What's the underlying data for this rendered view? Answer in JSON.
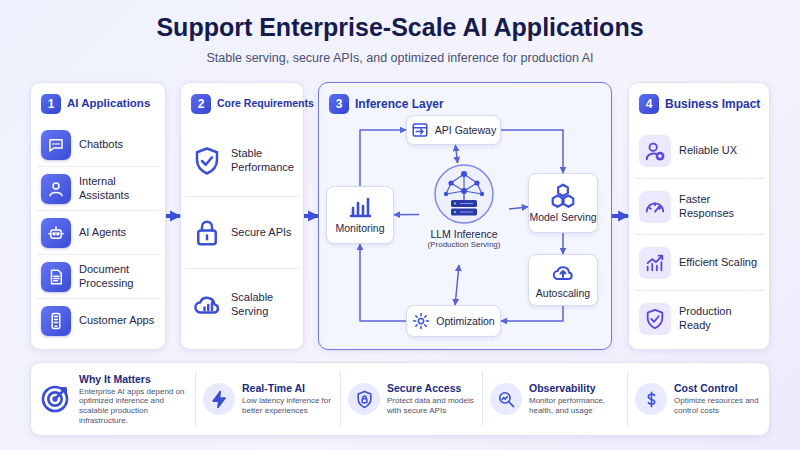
{
  "diagram": {
    "title": "Support Enterprise-Scale AI Applications",
    "nodes": [
      {
        "text": [
          "AI Applications"
        ]
      },
      {
        "text": [
          "1"
        ],
        "in": 0
      },
      {
        "text": [
          "Chatbots"
        ],
        "in": 0
      },
      {
        "text": [
          "Internal Assistants"
        ],
        "in": 0
      },
      {
        "text": [
          "AI Agents"
        ],
        "in": 0
      },
      {
        "text": [
          "Document Processing"
        ],
        "in": 0
      },
      {
        "text": [
          "Customer Apps"
        ],
        "in": 0
      },
      {
        "text": [
          "Core Requirements"
        ]
      },
      {
        "text": [
          "2"
        ],
        "in": 7
      },
      {
        "text": [
          "Stable Performance"
        ],
        "in": 7
      },
      {
        "text": [
          "Secure APIs"
        ],
        "in": 7
      },
      {
        "text": [
          "Scalable Serving"
        ],
        "in": 7
      },
      {
        "text": [
          "Inference Layer"
        ]
      },
      {
        "text": [
          "3"
        ],
        "in": 12
      },
      {
        "text": [
          "API Gateway"
        ],
        "in": 12
      },
      {
        "text": [
          "Monitoring"
        ],
        "in": 12
      },
      {
        "text": [
          "LLM Inference",
          "(Production Serving)"
        ],
        "in": 12
      },
      {
        "text": [
          "Model Serving"
        ],
        "in": 12
      },
      {
        "text": [
          "Autoscaling"
        ],
        "in": 12
      },
      {
        "text": [
          "Optimization"
        ],
        "in": 12
      },
      {
        "text": [
          "Business Impact"
        ]
      },
      {
        "text": [
          "4"
        ],
        "in": 20
      },
      {
        "text": [
          "Reliable UX"
        ],
        "in": 20
      },
      {
        "text": [
          "Faster Responses"
        ],
        "in": 20
      },
      {
        "text": [
          "Efficient Scaling"
        ],
        "in": 20
      },
      {
        "text": [
          "Production Ready"
        ],
        "in": 20
      },
      {
        "text": [
          "Why It Matters",
          "Enterprise AI apps depend on optimized inference and scalable production infrastructure."
        ]
      },
      {
        "text": [
          "Real-Time AI",
          "Low latency inference for better experiences"
        ]
      },
      {
        "text": [
          "Secure Access",
          "Protect data and models with secure APIs"
        ]
      },
      {
        "text": [
          "Observability",
          "Monitor performance, health, and usage"
        ]
      },
      {
        "text": [
          "Cost Control",
          "Optimize resources and control costs"
        ]
      }
    ],
    "edges": [
      {
        "from": 0,
        "to": 7,
        "arrow": "to"
      },
      {
        "from": 7,
        "to": 12,
        "arrow": "to"
      },
      {
        "from": 12,
        "to": 20,
        "arrow": "to"
      },
      {
        "from": 14,
        "to": 17,
        "arrow": "to"
      },
      {
        "from": 17,
        "to": 18,
        "arrow": "to"
      },
      {
        "from": 18,
        "to": 19,
        "arrow": "to"
      },
      {
        "from": 19,
        "to": 15,
        "arrow": "to"
      },
      {
        "from": 15,
        "to": 14,
        "arrow": "to"
      },
      {
        "from": 16,
        "to": 14,
        "arrow": "both"
      },
      {
        "from": 16,
        "to": 15,
        "arrow": "to"
      },
      {
        "from": 16,
        "to": 17,
        "arrow": "to"
      },
      {
        "from": 16,
        "to": 19,
        "arrow": "both"
      }
    ],
    "labels": [
      "Stable serving, secure APIs, and optimized inference for production AI"
    ]
  }
}
